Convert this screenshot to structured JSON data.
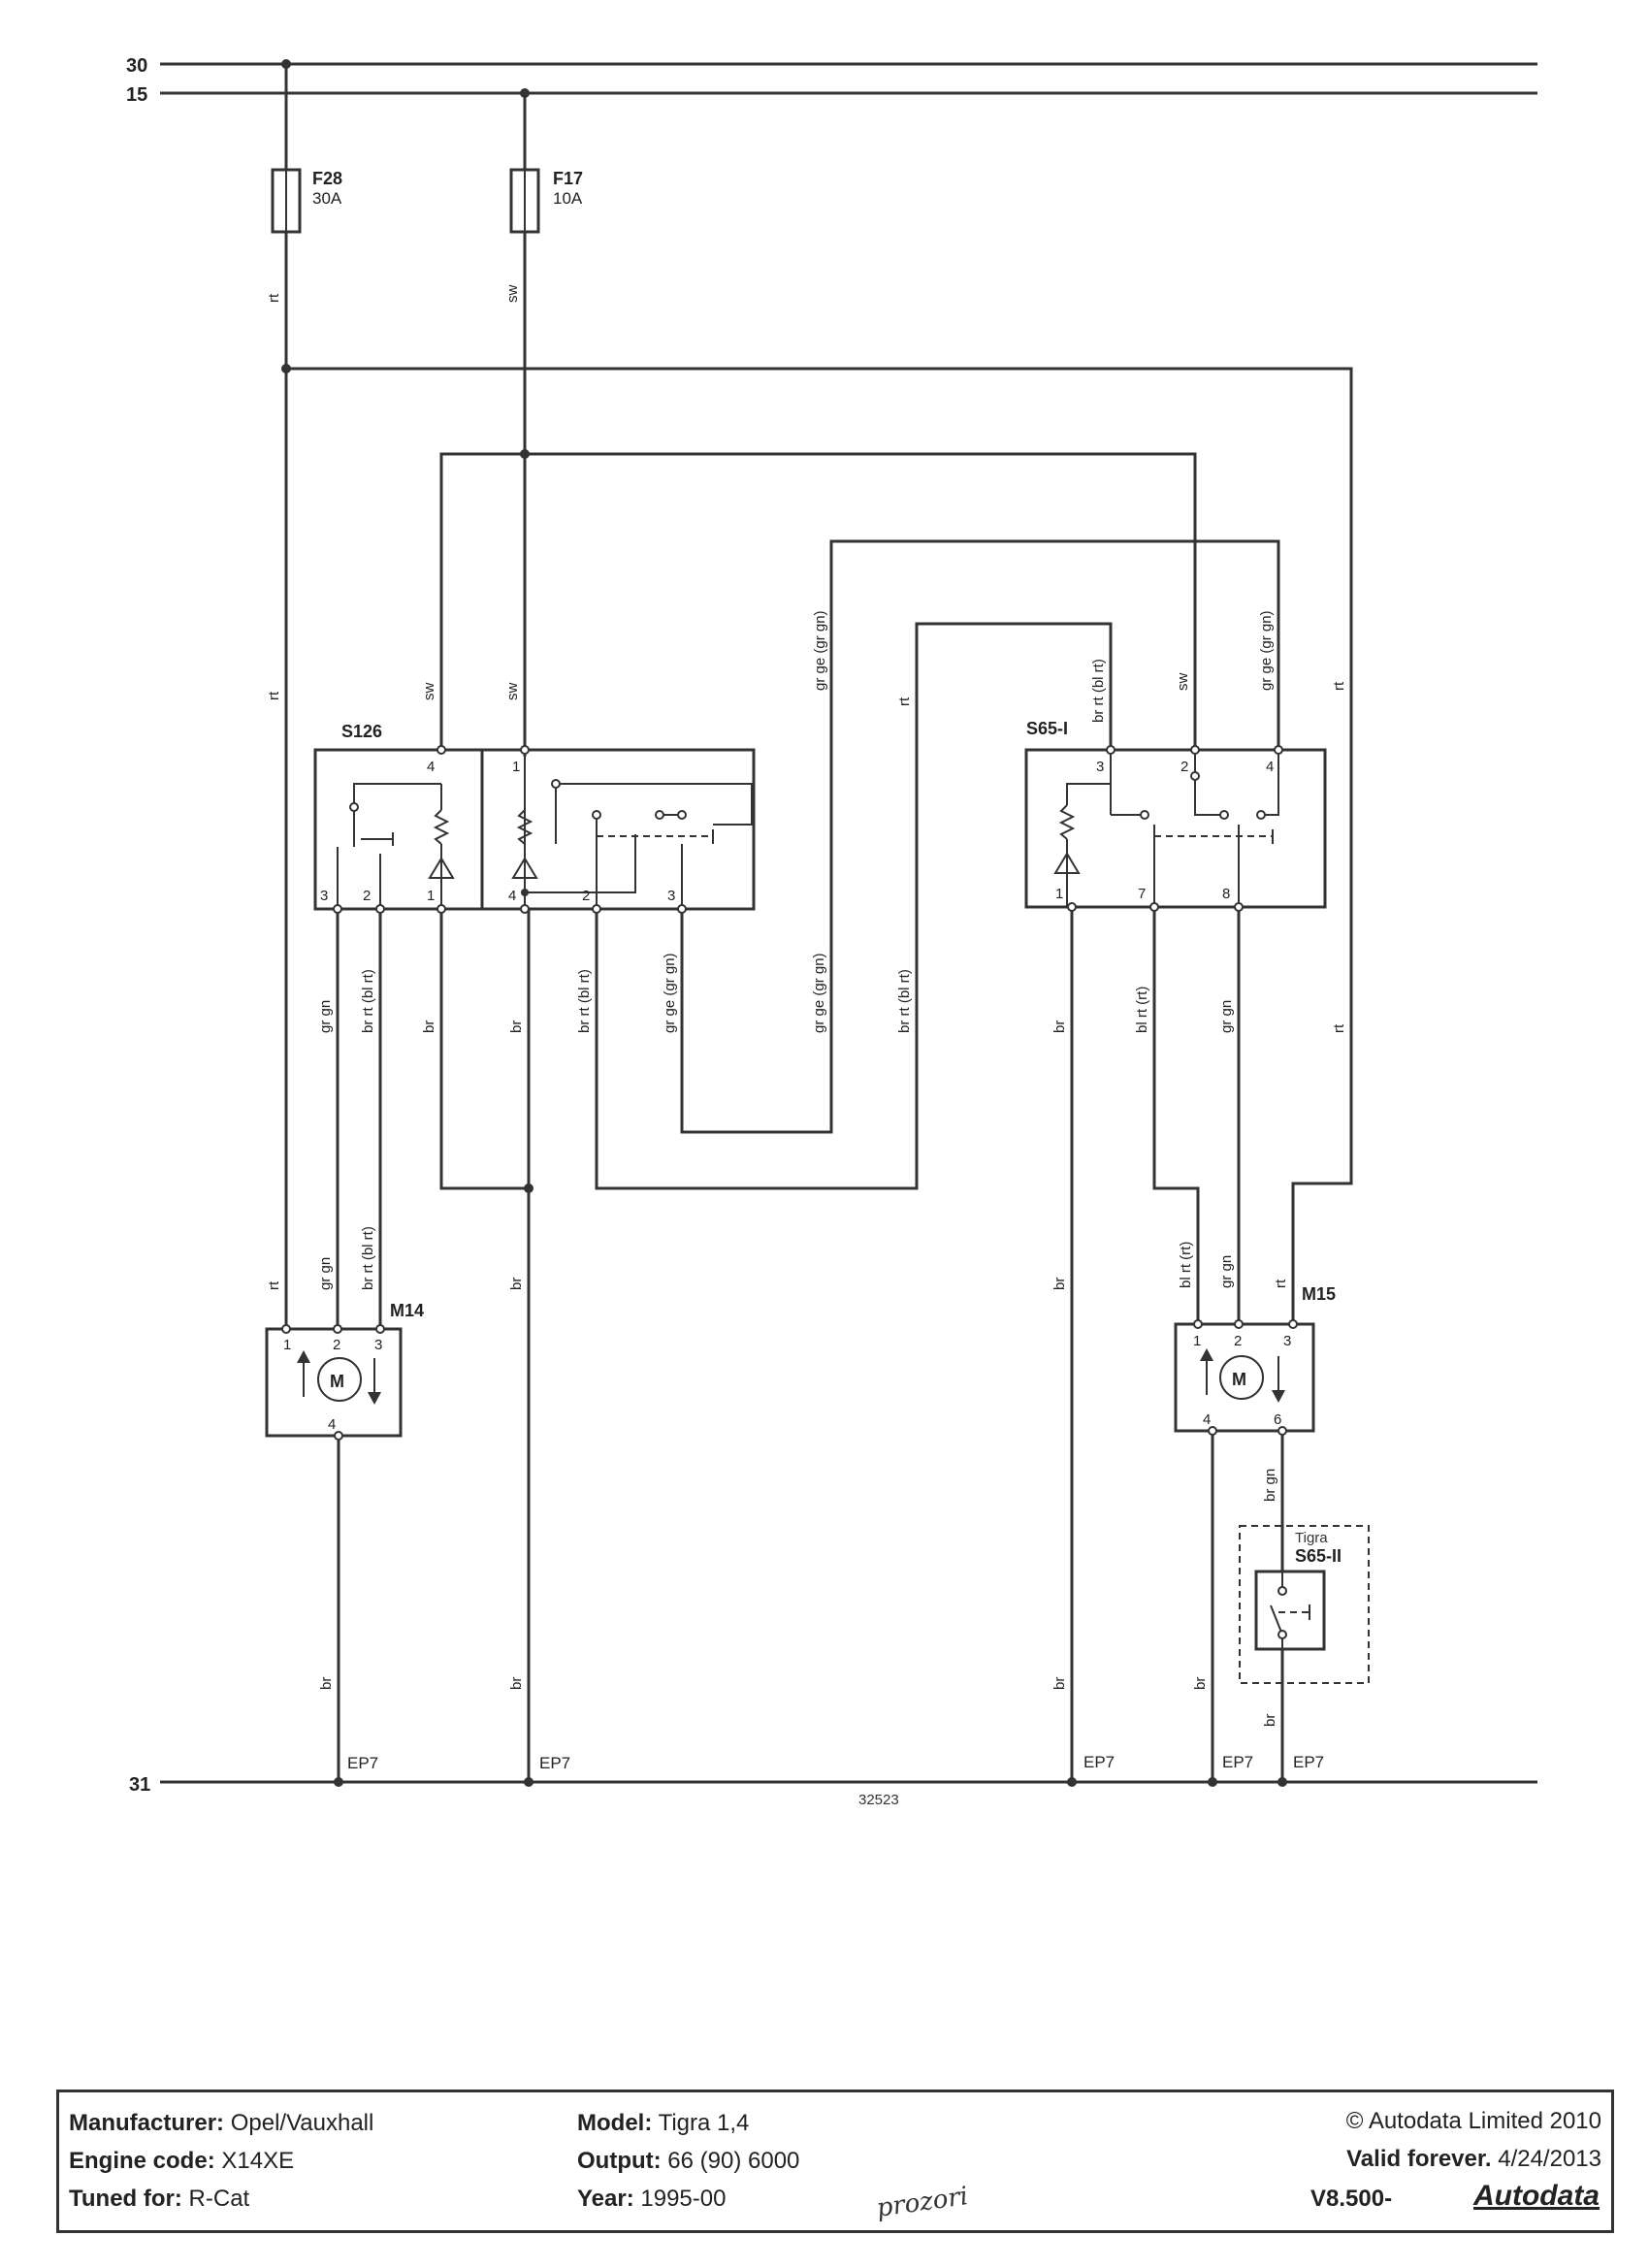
{
  "rails": {
    "r30": "30",
    "r15": "15",
    "r31": "31"
  },
  "fuses": {
    "f28": {
      "name": "F28",
      "rating": "30A"
    },
    "f17": {
      "name": "F17",
      "rating": "10A"
    }
  },
  "components": {
    "s126": "S126",
    "s65_1": "S65-I",
    "s65_2": "S65-II",
    "s65_2_note": "Tigra",
    "m14": "M14",
    "m15": "M15",
    "motor_symbol": "M"
  },
  "wire_codes": {
    "rt": "rt",
    "sw": "sw",
    "br": "br",
    "gr_gn": "gr gn",
    "br_rt_blrt": "br rt  (bl rt)",
    "gr_ge_grgn": "gr ge  (gr gn)",
    "bl_rt_rt": "bl rt    (rt)",
    "br_gn": "br gn"
  },
  "pins": {
    "p1": "1",
    "p2": "2",
    "p3": "3",
    "p4": "4",
    "p6": "6",
    "p7": "7",
    "p8": "8"
  },
  "grounds": {
    "ep7": "EP7"
  },
  "diagram_number": "32523",
  "handwritten_note": "prozori",
  "info": {
    "manufacturer_label": "Manufacturer:",
    "manufacturer": "Opel/Vauxhall",
    "engine_label": "Engine code:",
    "engine": "X14XE",
    "tuned_label": "Tuned for:",
    "tuned": "R-Cat",
    "model_label": "Model:",
    "model": "Tigra  1,4",
    "output_label": "Output:",
    "output": "66 (90) 6000",
    "year_label": "Year:",
    "year": "1995-00",
    "copyright": "© Autodata Limited 2010",
    "valid": "Valid forever.",
    "valid_date": "4/24/2013",
    "version": "V8.500-",
    "logo": "Autodata"
  }
}
